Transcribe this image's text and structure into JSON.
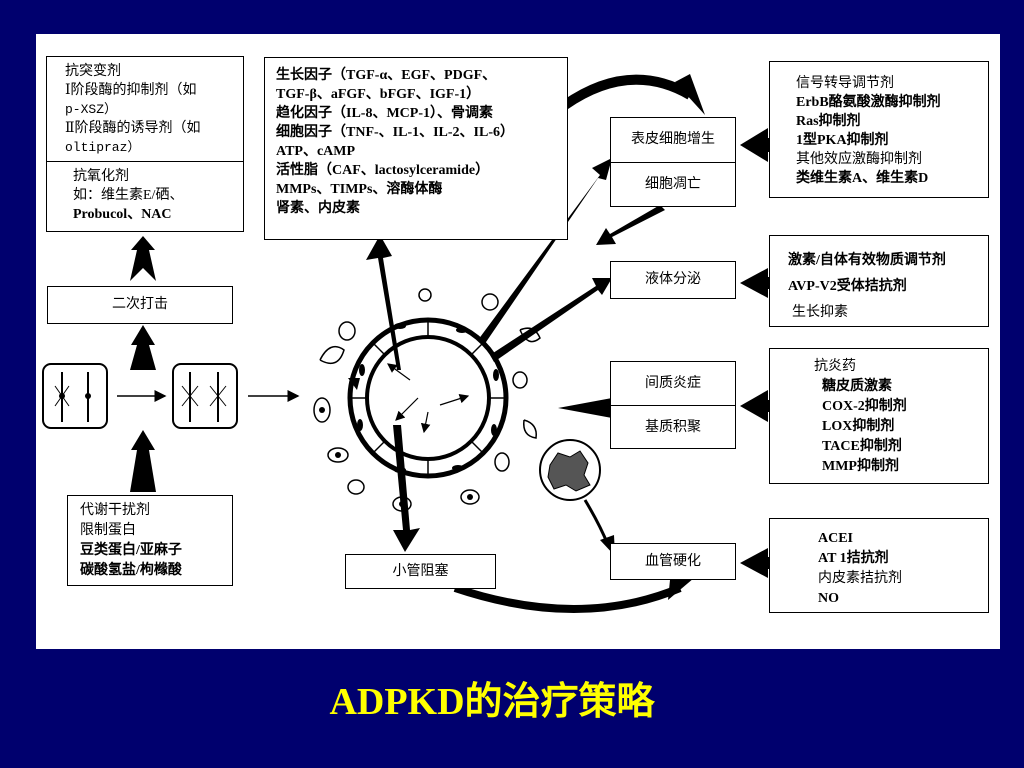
{
  "title": "ADPKD的治疗策略",
  "antimutation": {
    "lines": [
      "抗突变剂",
      "Ⅰ阶段酶的抑制剂（如",
      "p-XSZ）",
      "Ⅱ阶段酶的诱导剂（如",
      "oltipraz）"
    ]
  },
  "antioxidant": {
    "lines": [
      "抗氧化剂",
      "如：维生素E/硒、",
      "Probucol、NAC"
    ]
  },
  "second_hit": "二次打击",
  "factors": {
    "lines": [
      "生长因子（TGF-α、EGF、PDGF、",
      "TGF-β、aFGF、bFGF、IGF-1）",
      "趋化因子（IL-8、MCP-1）、骨调素",
      "细胞因子（TNF-、IL-1、IL-2、IL-6）",
      "ATP、cAMP",
      "活性脂（CAF、lactosylceramide）",
      "MMPs、TIMPs、溶酶体酶",
      "肾素、内皮素"
    ]
  },
  "prolif": {
    "top": "表皮细胞增生",
    "bottom": "细胞凋亡"
  },
  "signal": {
    "lines": [
      "信号转导调节剂",
      "ErbB酪氨酸激酶抑制剂",
      "Ras抑制剂",
      "1型PKA抑制剂",
      "其他效应激酶抑制剂",
      "类维生素A、维生素D"
    ]
  },
  "secretion": "液体分泌",
  "hormone": {
    "lines": [
      "激素/自体有效物质调节剂",
      "AVP-V2受体拮抗剂",
      "生长抑素"
    ]
  },
  "inflam": {
    "top": "间质炎症",
    "bottom": "基质积聚"
  },
  "antiinflam": {
    "lines": [
      "抗炎药",
      "糖皮质激素",
      "COX-2抑制剂",
      "LOX抑制剂",
      "TACE抑制剂",
      "MMP抑制剂"
    ]
  },
  "metab": {
    "lines": [
      "代谢干扰剂",
      "限制蛋白",
      "豆类蛋白/亚麻子",
      "碳酸氢盐/枸橼酸"
    ]
  },
  "obstruction": "小管阻塞",
  "sclerosis": "血管硬化",
  "ace": {
    "lines": [
      "ACEI",
      "AT 1拮抗剂",
      "内皮素拮抗剂",
      "NO"
    ]
  },
  "colors": {
    "background": "#00006e",
    "panel": "#ffffff",
    "title": "#ffff00",
    "ink": "#000000"
  }
}
